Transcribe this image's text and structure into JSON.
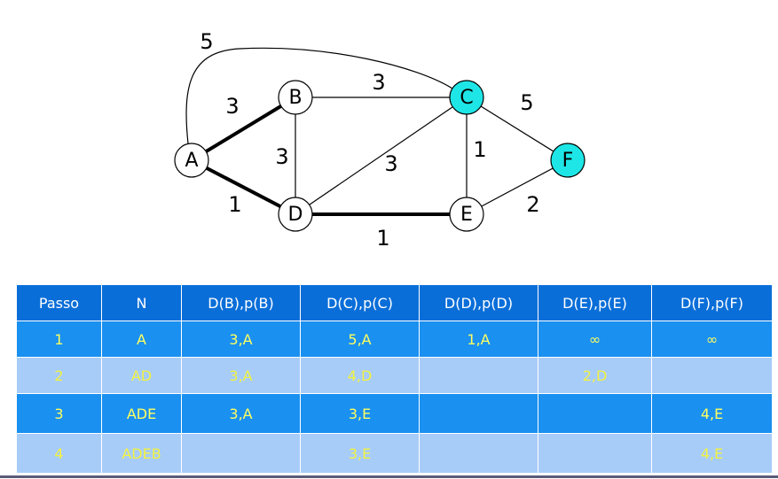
{
  "graph": {
    "nodes": [
      {
        "id": "A",
        "label": "A",
        "fill": "#ffffff"
      },
      {
        "id": "B",
        "label": "B",
        "fill": "#ffffff"
      },
      {
        "id": "C",
        "label": "C",
        "fill": "#1ee6e6"
      },
      {
        "id": "D",
        "label": "D",
        "fill": "#ffffff"
      },
      {
        "id": "E",
        "label": "E",
        "fill": "#ffffff"
      },
      {
        "id": "F",
        "label": "F",
        "fill": "#1ee6e6"
      }
    ],
    "edges": [
      {
        "from": "A",
        "to": "B",
        "weight": "3",
        "bold": true
      },
      {
        "from": "A",
        "to": "D",
        "weight": "1",
        "bold": true
      },
      {
        "from": "A",
        "to": "C",
        "weight": "5",
        "bold": false
      },
      {
        "from": "B",
        "to": "C",
        "weight": "3",
        "bold": false
      },
      {
        "from": "B",
        "to": "D",
        "weight": "3",
        "bold": false
      },
      {
        "from": "D",
        "to": "C",
        "weight": "3",
        "bold": false
      },
      {
        "from": "D",
        "to": "E",
        "weight": "1",
        "bold": true
      },
      {
        "from": "C",
        "to": "E",
        "weight": "1",
        "bold": false
      },
      {
        "from": "C",
        "to": "F",
        "weight": "5",
        "bold": false
      },
      {
        "from": "E",
        "to": "F",
        "weight": "2",
        "bold": false
      }
    ]
  },
  "table": {
    "headers": [
      "Passo",
      "N",
      "D(B),p(B)",
      "D(C),p(C)",
      "D(D),p(D)",
      "D(E),p(E)",
      "D(F),p(F)"
    ],
    "rows": [
      [
        "1",
        "A",
        "3,A",
        "5,A",
        "1,A",
        "∞",
        "∞"
      ],
      [
        "2",
        "AD",
        "3,A",
        "4,D",
        "",
        "2,D",
        ""
      ],
      [
        "3",
        "ADE",
        "3,A",
        "3,E",
        "",
        "",
        "4,E"
      ],
      [
        "4",
        "ADEB",
        "",
        "3,E",
        "",
        "",
        "4,E"
      ]
    ]
  },
  "colors": {
    "header_bg": "#0a6ed8",
    "row_dark_bg": "#1a90f0",
    "row_light_bg": "#a8ccf8",
    "cell_text": "#ffff60",
    "highlight_node": "#1ee6e6"
  }
}
